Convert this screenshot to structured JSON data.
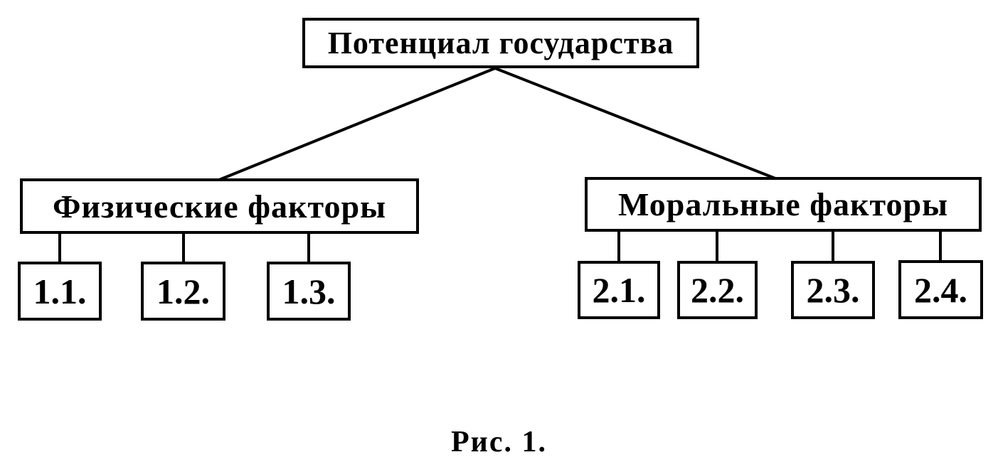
{
  "figure": {
    "caption": "Рис. 1.",
    "root": {
      "label": "Потенциал государства"
    },
    "branches": [
      {
        "label": "Физические факторы",
        "children": [
          {
            "label": "1.1."
          },
          {
            "label": "1.2."
          },
          {
            "label": "1.3."
          }
        ]
      },
      {
        "label": "Моральные факторы",
        "children": [
          {
            "label": "2.1."
          },
          {
            "label": "2.2."
          },
          {
            "label": "2.3."
          },
          {
            "label": "2.4."
          }
        ]
      }
    ],
    "colors": {
      "ink": "#000000",
      "paper": "#ffffff"
    }
  }
}
